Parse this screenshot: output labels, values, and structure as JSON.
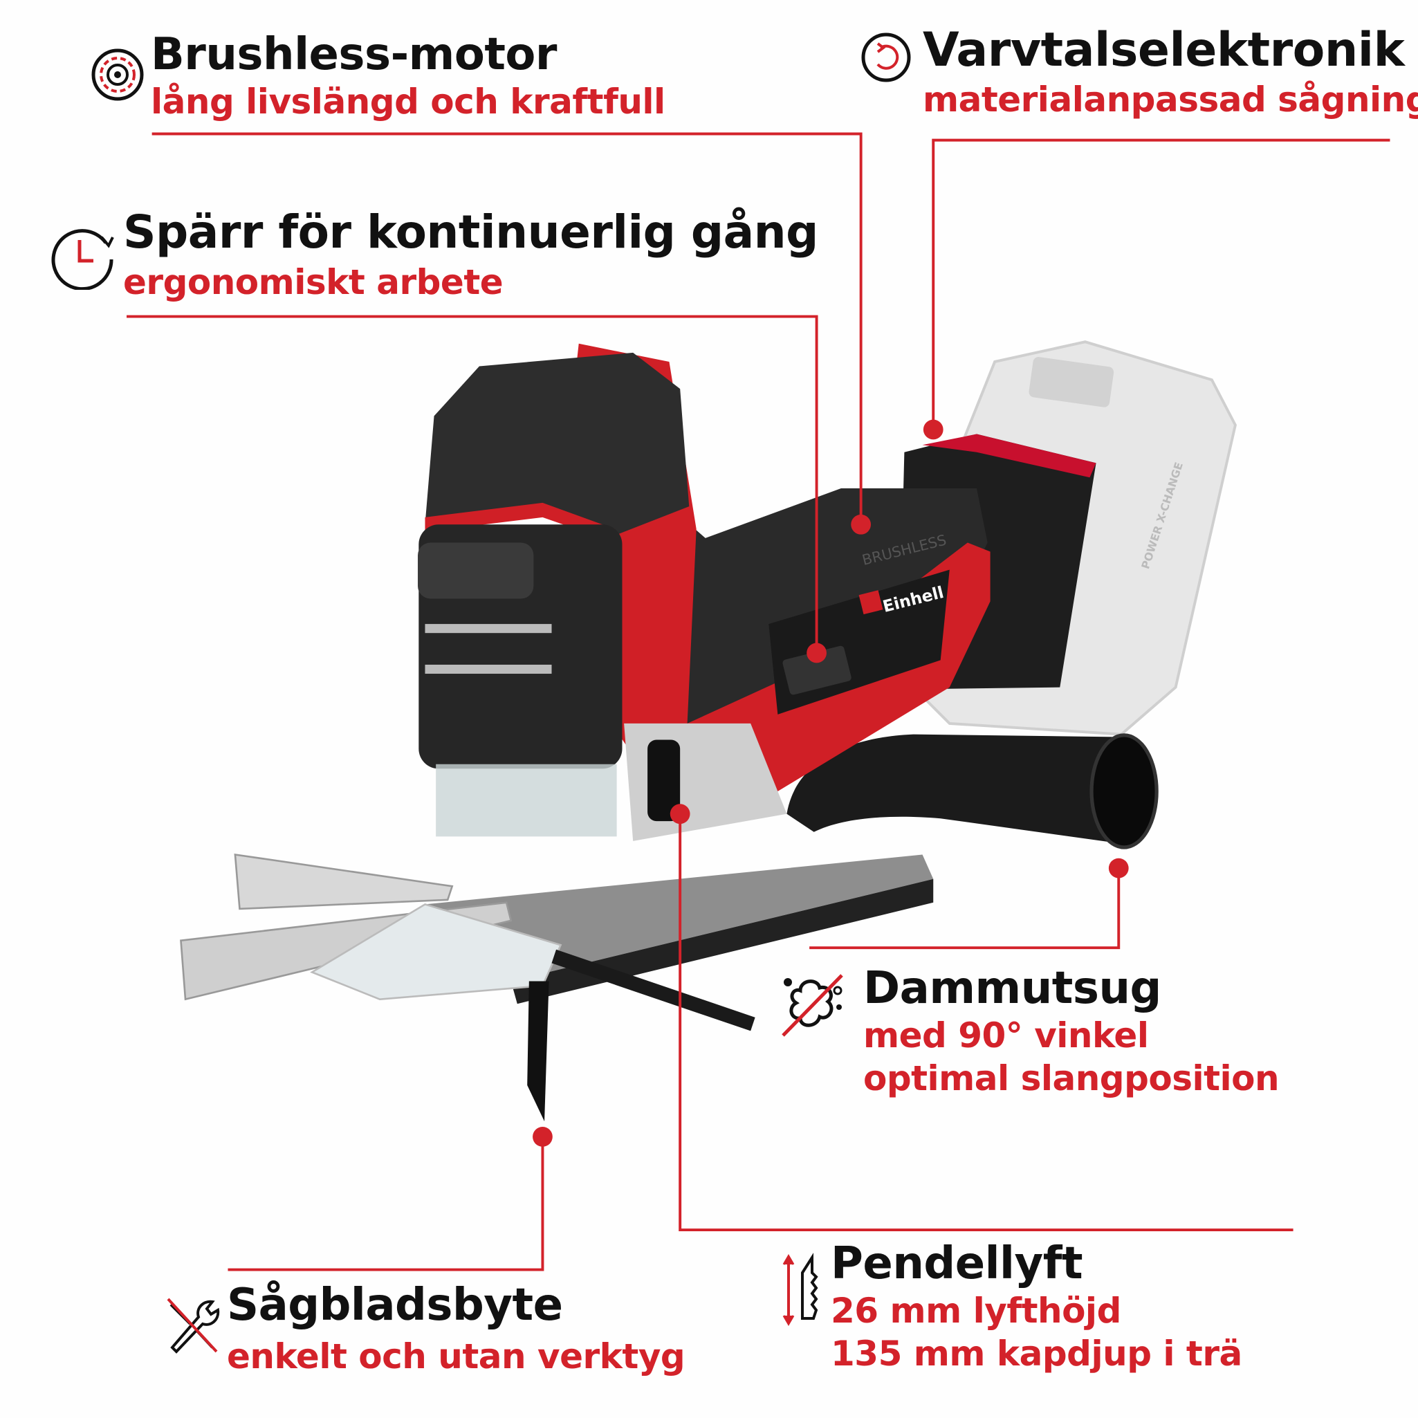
{
  "accent_color": "#d3222a",
  "features": {
    "brushless": {
      "icon": "motor-icon",
      "title": "Brushless-motor",
      "subtitle": "lång livslängd och kraftfull"
    },
    "speed": {
      "icon": "rotation-arrow-icon",
      "title": "Varvtalselektronik",
      "subtitle": "materialanpassad sågning"
    },
    "lock": {
      "icon": "clock-icon",
      "title": "Spärr för kontinuerlig gång",
      "subtitle": "ergonomiskt arbete"
    },
    "dust": {
      "icon": "dust-crossed-icon",
      "title": "Dammutsug",
      "subtitle_1": "med 90° vinkel",
      "subtitle_2": "optimal slangposition"
    },
    "pendulum": {
      "icon": "blade-lift-icon",
      "title": "Pendellyft",
      "subtitle_1": "26 mm lyfthöjd",
      "subtitle_2": "135 mm kapdjup i trä"
    },
    "blade": {
      "icon": "wrench-crossed-icon",
      "title": "Sågbladsbyte",
      "subtitle": "enkelt och utan verktyg"
    }
  },
  "product": {
    "brand": "Einhell",
    "label": "BRUSHLESS",
    "battery_label": "POWER X-CHANGE"
  }
}
